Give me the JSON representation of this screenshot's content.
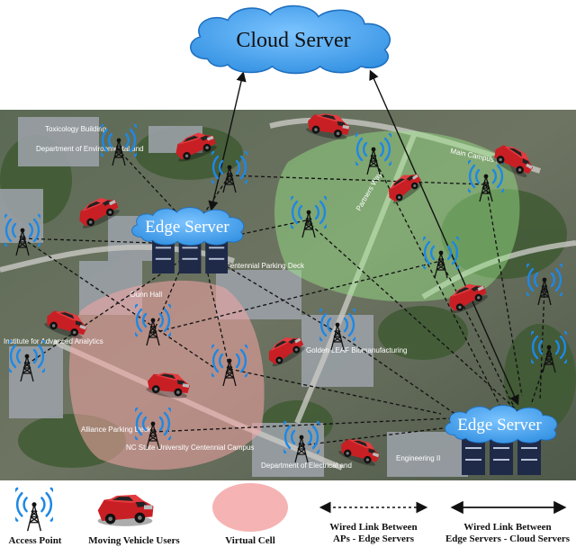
{
  "clouds": {
    "cloud_server": "Cloud Server",
    "edge_server_left": "Edge Server",
    "edge_server_right": "Edge Server"
  },
  "map_labels": [
    "Toxicology Building",
    "Department of Environmental and",
    "Centennial Parking Deck",
    "Dunn Hall",
    "Alliance Parking Deck",
    "NC State University Centennial Campus",
    "Engineering II",
    "Institute for Advanced Analytics",
    "Golden LEAF Biomanufacturing",
    "Department of Electrical and",
    "Main Campus Dr",
    "Partners Way"
  ],
  "legend": {
    "access_point": "Access Point",
    "vehicle": "Moving Vehicle Users",
    "virtual_cell": "Virtual Cell",
    "wired_ap_edge_line1": "Wired Link Between",
    "wired_ap_edge_line2": "APs - Edge Servers",
    "wired_edge_cloud_line1": "Wired Link Between",
    "wired_edge_cloud_line2": "Edge Servers - Cloud Servers"
  },
  "colors": {
    "cloud_fill": "#3d9be8",
    "cloud_outline": "#1f6fbf",
    "virtual_cell_red": "#f4a5a5",
    "virtual_cell_green": "#9be88a",
    "wifi_blue": "#1e88e5",
    "car_red": "#d8262b",
    "server_navy": "#1f2a48"
  }
}
